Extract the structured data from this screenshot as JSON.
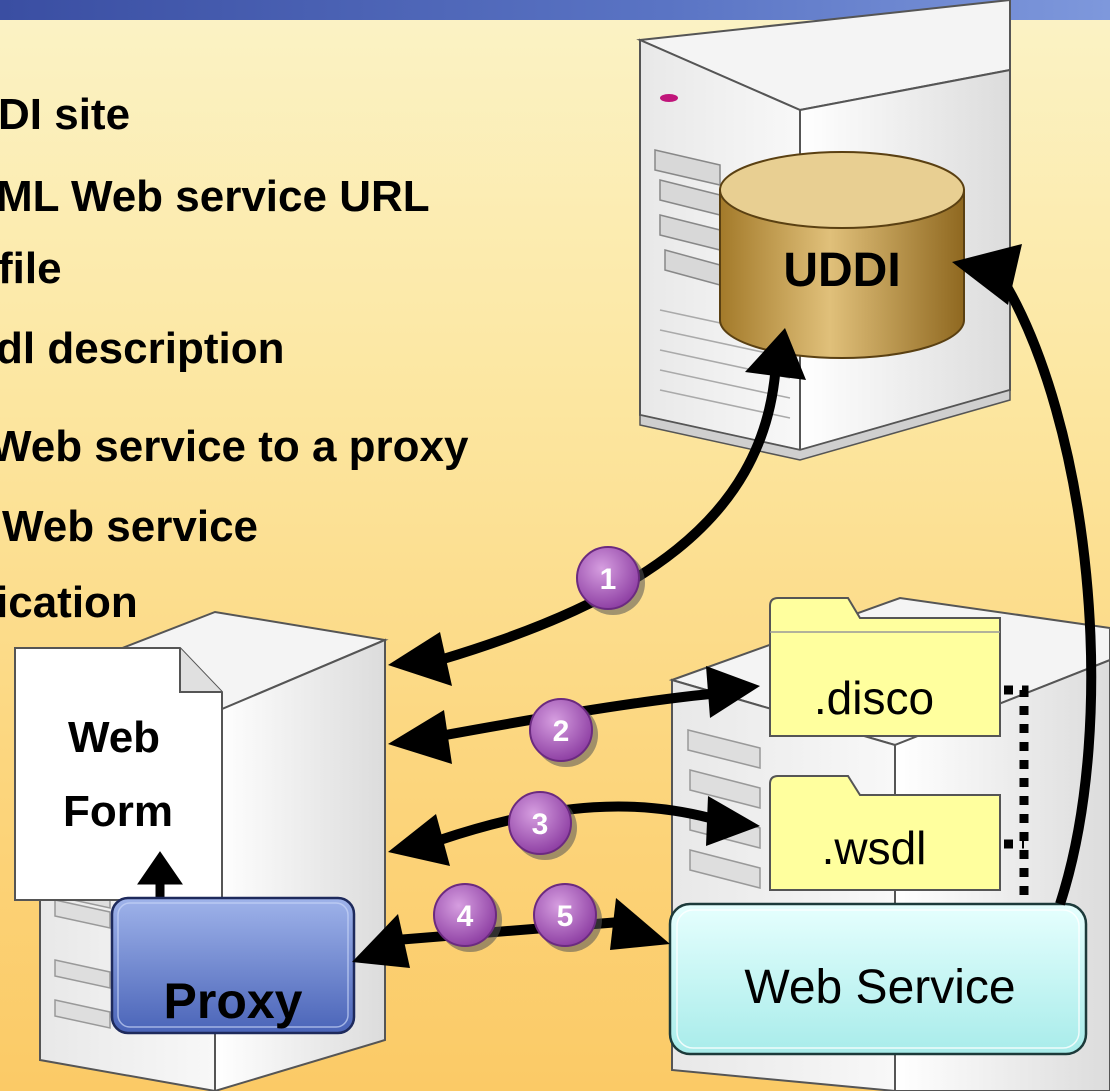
{
  "text_lines": [
    "DI site",
    "ML Web service URL",
    "file",
    "dl description",
    " Web service to a proxy",
    "Web service",
    "ication"
  ],
  "labels": {
    "uddi": "UDDI",
    "disco": ".disco",
    "wsdl": ".wsdl",
    "web_form_line1": "Web",
    "web_form_line2": "Form",
    "proxy": "Proxy",
    "web_service": "Web Service"
  },
  "steps": [
    "1",
    "2",
    "3",
    "4",
    "5"
  ],
  "colors": {
    "header_bar": "#4a63b6",
    "uddi_db": "#c9a14e",
    "folder": "#ffff9e",
    "proxy": "#6a86d0",
    "web_service": "#bff4f2",
    "step_badge": "#a855b8"
  },
  "icons": [
    "server-icon",
    "database-icon",
    "folder-icon",
    "document-icon",
    "arrow-icon"
  ]
}
